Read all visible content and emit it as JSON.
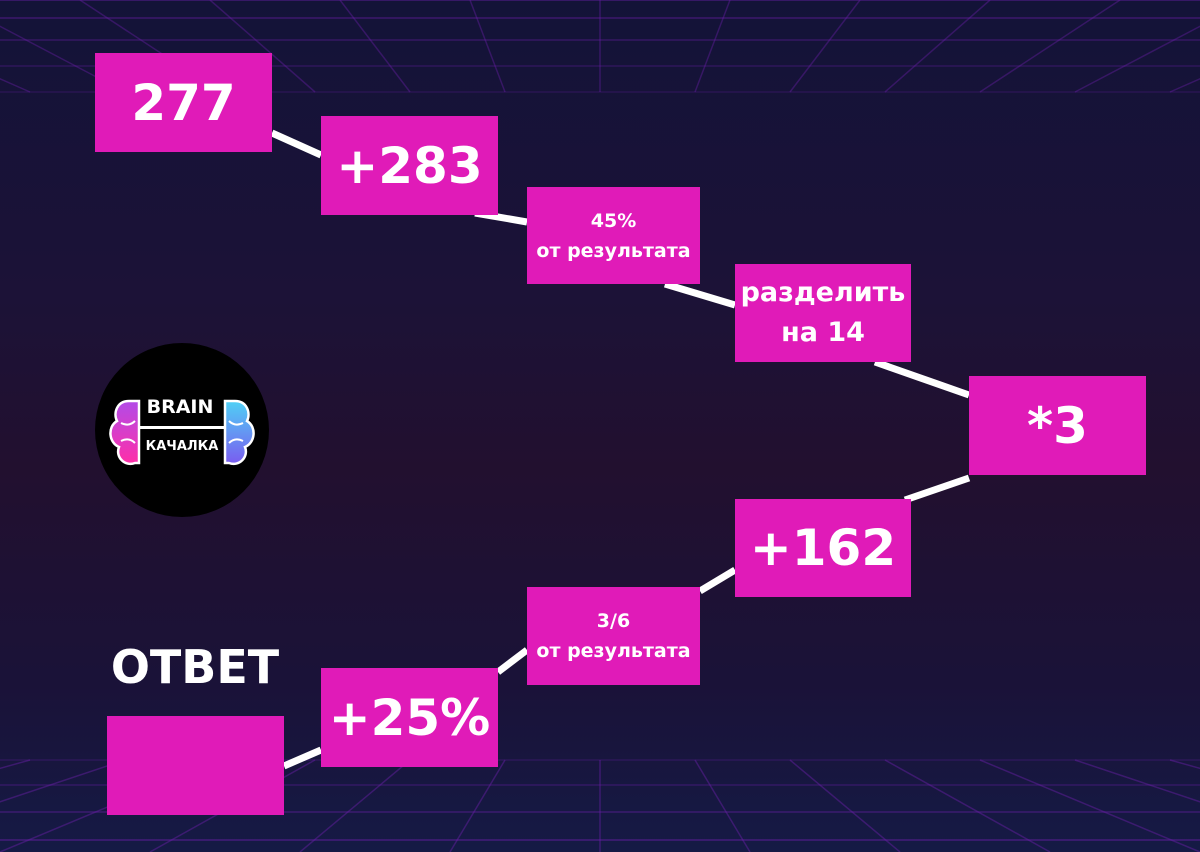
{
  "steps": {
    "start": "277",
    "add_283": "+283",
    "percent_45": "45%\nот результата",
    "divide_14": "разделить\nна 14",
    "multiply_3": "*3",
    "add_162": "+162",
    "fraction_3_6": "3/6\nот результата",
    "add_25_percent": "+25%",
    "answer": ""
  },
  "answer_label": "ОТВЕТ",
  "logo": {
    "top_text": "BRAIN",
    "bottom_text": "КАЧАЛКА"
  },
  "colors": {
    "box": "#e01bb8",
    "line": "#ffffff",
    "grid": "#6a1fa8"
  }
}
